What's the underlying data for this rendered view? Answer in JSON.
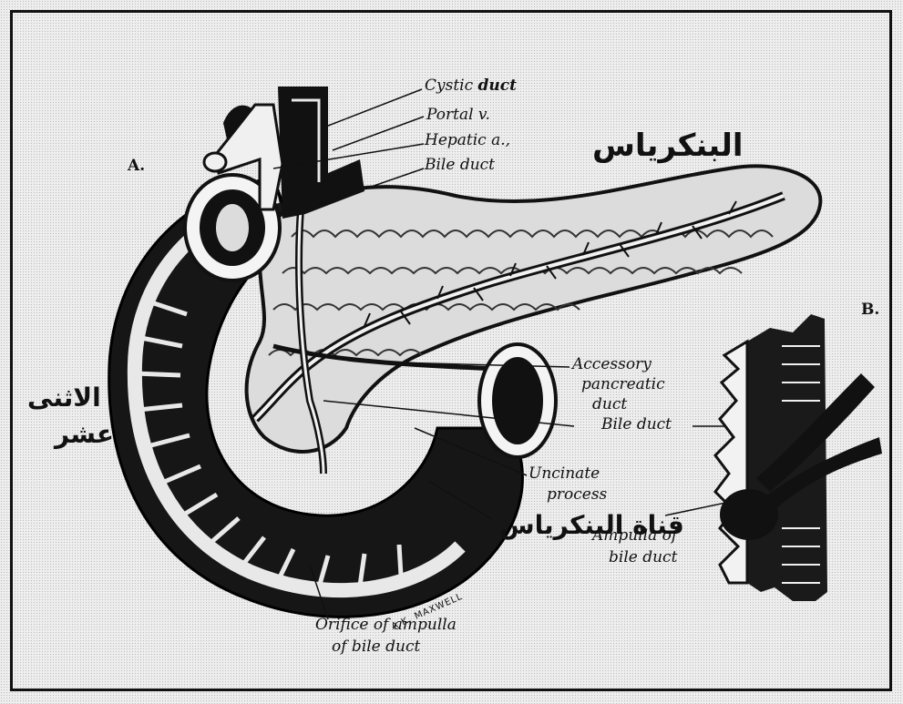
{
  "figure": {
    "panel_a": "A.",
    "panel_b": "B.",
    "artist_signature": "A.K. MAXWELL"
  },
  "labels": {
    "cystic_duct": "Cystic duct",
    "portal_vein": "Portal v.",
    "hepatic_artery": "Hepatic a.,",
    "bile_duct_top": "Bile duct",
    "accessory_duct_line1": "Accessory",
    "accessory_duct_line2": "pancreatic",
    "accessory_duct_line3": "duct",
    "bile_duct_mid": "Bile duct",
    "uncinate_line1": "Uncinate",
    "uncinate_line2": "process",
    "ampulla_line1": "Ampulla of",
    "ampulla_line2": "bile duct",
    "orifice_line1": "Orifice of ampulla",
    "orifice_line2": "of bile duct"
  },
  "arabic": {
    "pancreas": "البنكرياس",
    "duodenum_line1": "الاثنى",
    "duodenum_line2": "عشر",
    "pancreatic_duct": "قناة البنكرياس"
  }
}
